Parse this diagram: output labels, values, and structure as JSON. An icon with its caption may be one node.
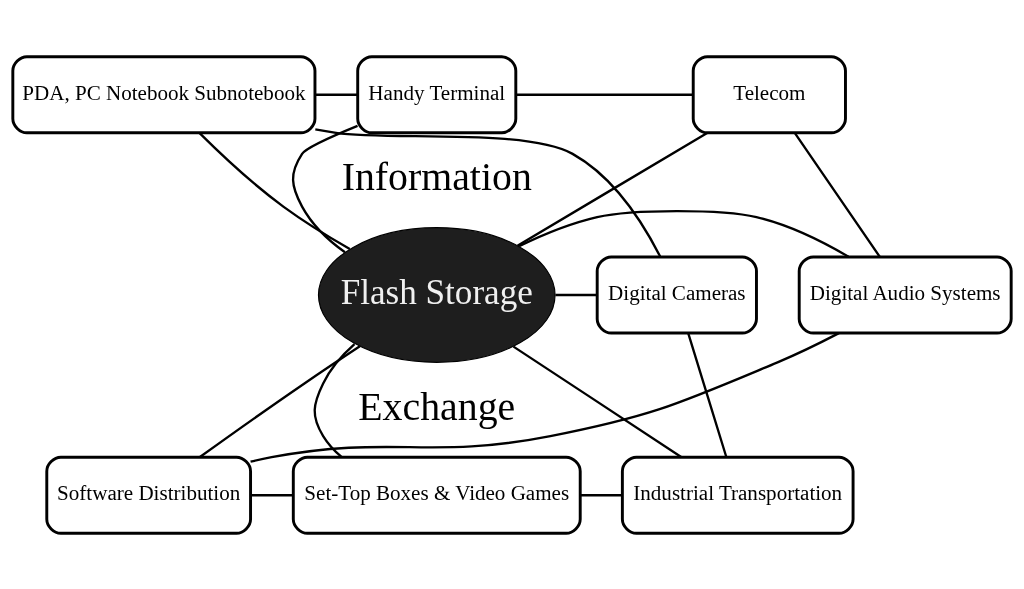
{
  "diagram": {
    "nodes": [
      {
        "text": [
          "PDA, PC Notebook Subnotebook"
        ]
      },
      {
        "text": [
          "Handy Terminal"
        ]
      },
      {
        "text": [
          "Telecom"
        ]
      },
      {
        "text": [
          "Digital Cameras"
        ]
      },
      {
        "text": [
          "Flash Storage"
        ]
      },
      {
        "text": [
          "Digital Audio Systems"
        ]
      },
      {
        "text": [
          "Industrial Transportation"
        ]
      },
      {
        "text": [
          "Software Distribution"
        ]
      },
      {
        "text": [
          "Set-Top Boxes & Video Games"
        ]
      }
    ],
    "edges": [
      {
        "from": 4,
        "to": 0,
        "arrow": "none"
      },
      {
        "from": 4,
        "to": 1,
        "arrow": "none"
      },
      {
        "from": 4,
        "to": 2,
        "arrow": "none"
      },
      {
        "from": 4,
        "to": 3,
        "arrow": "none"
      },
      {
        "from": 4,
        "to": 5,
        "arrow": "none"
      },
      {
        "from": 4,
        "to": 6,
        "arrow": "none"
      },
      {
        "from": 4,
        "to": 7,
        "arrow": "none"
      },
      {
        "from": 4,
        "to": 8,
        "arrow": "none"
      },
      {
        "from": 0,
        "to": 1,
        "arrow": "none"
      },
      {
        "from": 1,
        "to": 2,
        "arrow": "none"
      },
      {
        "from": 2,
        "to": 5,
        "arrow": "none"
      },
      {
        "from": 5,
        "to": 7,
        "arrow": "none"
      },
      {
        "from": 7,
        "to": 8,
        "arrow": "none"
      },
      {
        "from": 8,
        "to": 6,
        "arrow": "none"
      },
      {
        "from": 6,
        "to": 3,
        "arrow": "none"
      },
      {
        "from": 3,
        "to": 0,
        "arrow": "none"
      }
    ],
    "labels": [
      "Information",
      "Exchange"
    ]
  }
}
